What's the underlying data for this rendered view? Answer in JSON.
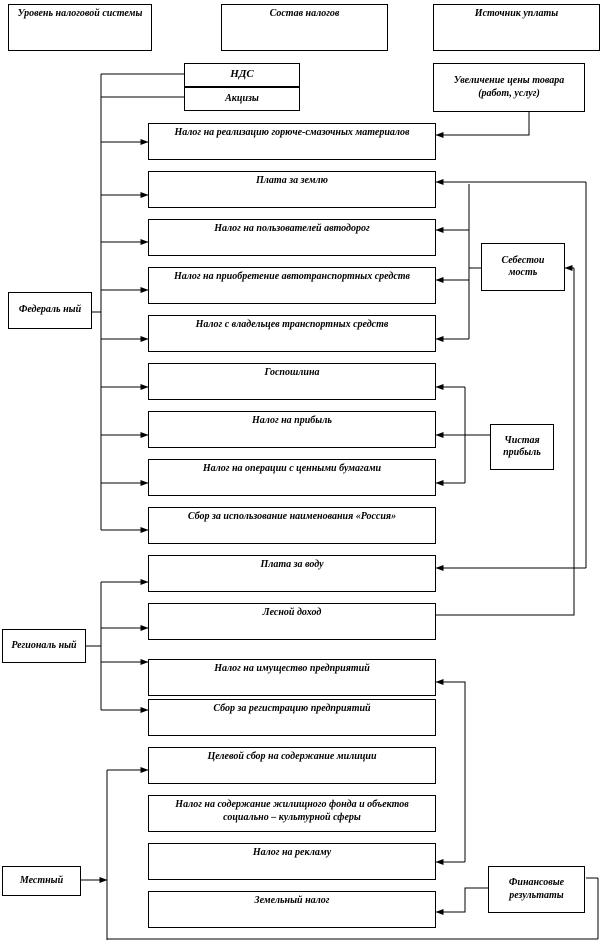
{
  "headers": {
    "level": "Уровень налоговой системы",
    "composition": "Состав налогов",
    "source": "Источник уплаты"
  },
  "levels": {
    "federal": "Федераль ный",
    "regional": "Региональ ный",
    "local": "Местный"
  },
  "sources": {
    "price_increase": "Увеличение цены товара (работ, услуг)",
    "cost": "Себестои мость",
    "net_profit": "Чистая прибыль",
    "financial_results": "Финансовые результаты"
  },
  "taxes": {
    "vat": "НДС",
    "excise": "Акцизы",
    "fuel_sales": "Налог на реализацию горюче-смазочных материалов",
    "land_fee": "Плата за землю",
    "road_users": "Налог на пользователей автодорог",
    "vehicle_purchase": "Налог на приобретение автотранспортных средств",
    "vehicle_owners": "Налог с владельцев транспортных средств",
    "state_duty": "Госпошлина",
    "profit": "Налог на прибыль",
    "securities": "Налог на операции с ценными бумагами",
    "russia_name": "Сбор за использование наименования «Россия»",
    "water_fee": "Плата за воду",
    "forest_income": "Лесной доход",
    "property": "Налог на имущество предприятий",
    "registration": "Сбор за регистрацию предприятий",
    "militia": "Целевой сбор на содержание милиции",
    "housing_fund": "Налог на содержание жилищного фонда и объектов социально – культурной сферы",
    "advertising": "Налог на рекламу",
    "land_tax": "Земельный налог"
  }
}
